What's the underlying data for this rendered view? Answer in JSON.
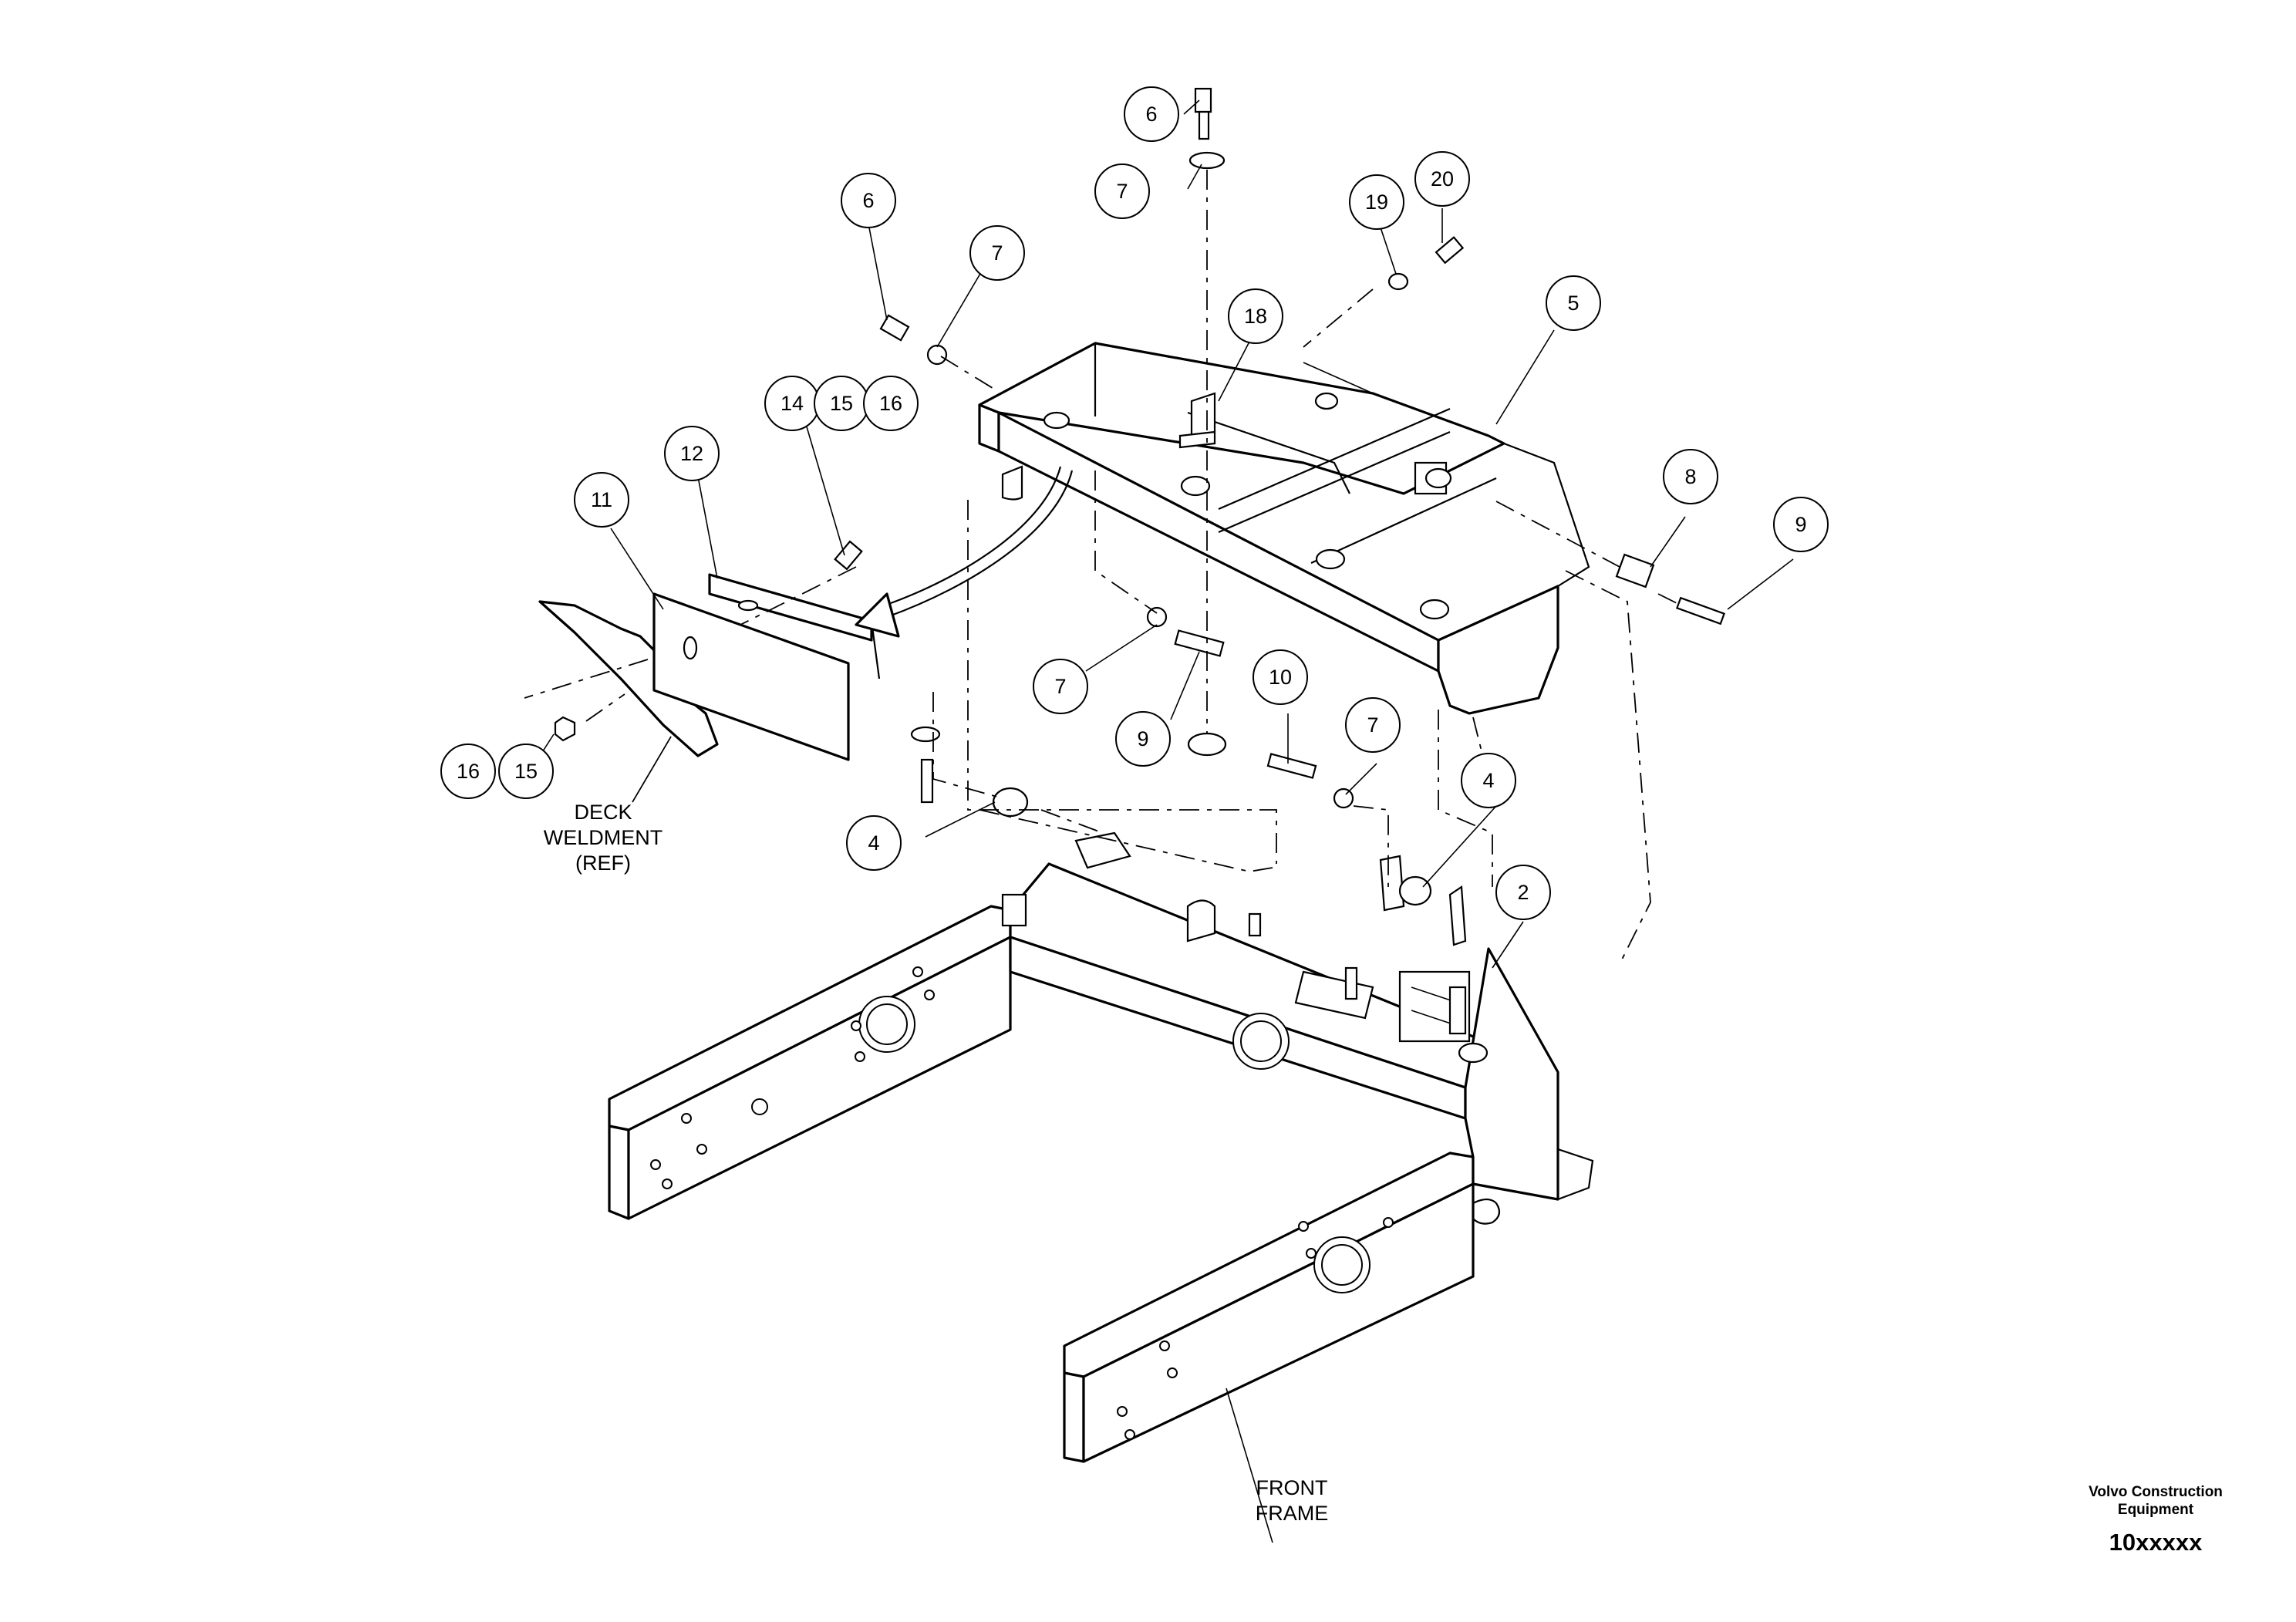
{
  "diagram": {
    "callouts": [
      {
        "id": "c6a",
        "label": "6"
      },
      {
        "id": "c7a",
        "label": "7"
      },
      {
        "id": "c6b",
        "label": "6"
      },
      {
        "id": "c7b",
        "label": "7"
      },
      {
        "id": "c19",
        "label": "19"
      },
      {
        "id": "c20",
        "label": "20"
      },
      {
        "id": "c18",
        "label": "18"
      },
      {
        "id": "c5",
        "label": "5"
      },
      {
        "id": "c14",
        "label": "14"
      },
      {
        "id": "c15a",
        "label": "15"
      },
      {
        "id": "c16a",
        "label": "16"
      },
      {
        "id": "c12",
        "label": "12"
      },
      {
        "id": "c11",
        "label": "11"
      },
      {
        "id": "c8",
        "label": "8"
      },
      {
        "id": "c9a",
        "label": "9"
      },
      {
        "id": "c7c",
        "label": "7"
      },
      {
        "id": "c9b",
        "label": "9"
      },
      {
        "id": "c10",
        "label": "10"
      },
      {
        "id": "c7d",
        "label": "7"
      },
      {
        "id": "c16b",
        "label": "16"
      },
      {
        "id": "c15b",
        "label": "15"
      },
      {
        "id": "c4a",
        "label": "4"
      },
      {
        "id": "c4b",
        "label": "4"
      },
      {
        "id": "c2",
        "label": "2"
      }
    ],
    "deck_label": [
      "DECK",
      "WELDMENT",
      "(REF)"
    ],
    "frame_label": [
      "FRONT",
      "FRAME"
    ]
  },
  "footer": {
    "brand_line1": "Volvo Construction",
    "brand_line2": "Equipment",
    "code": "10xxxxx"
  }
}
